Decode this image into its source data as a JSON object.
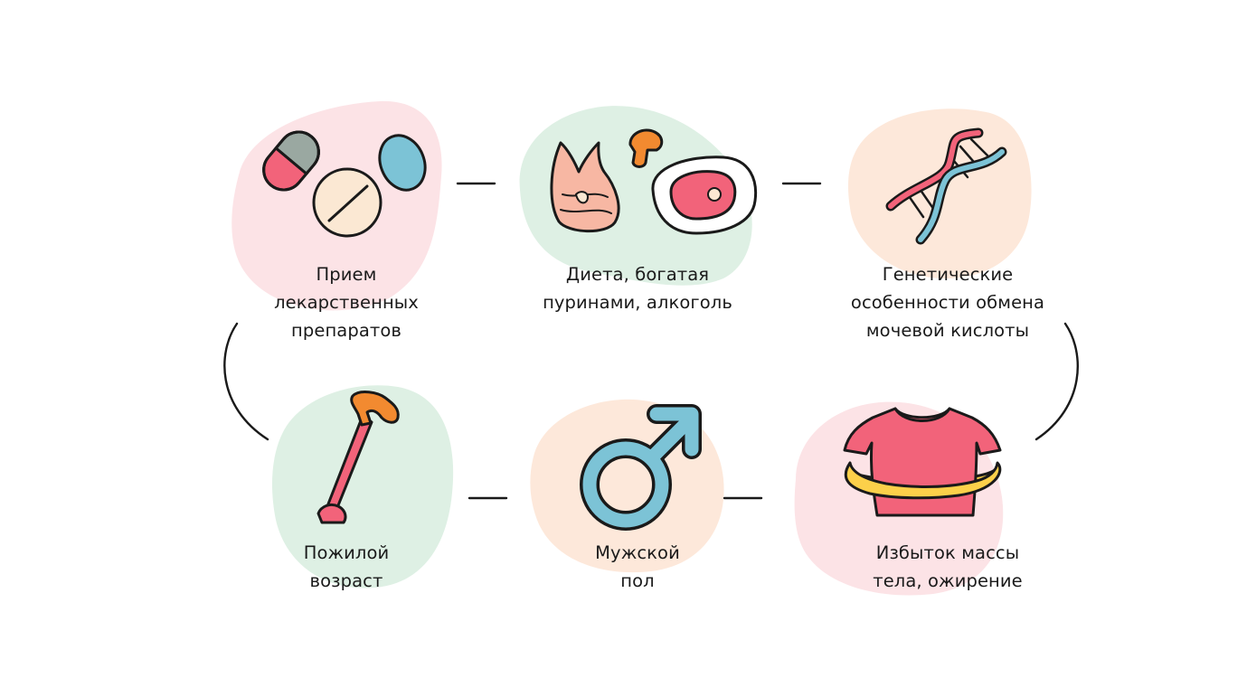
{
  "factors": [
    {
      "id": "medication",
      "lines": [
        "Прием",
        "лекарственных",
        "препаратов"
      ],
      "icon": "pills-icon",
      "blob_color": "#fce3e6"
    },
    {
      "id": "diet",
      "lines": [
        "Диета, богатая",
        "пуринами, алкоголь"
      ],
      "icon": "food-icon",
      "blob_color": "#def0e4"
    },
    {
      "id": "genetics",
      "lines": [
        "Генетические",
        "особенности обмена",
        "мочевой кислоты"
      ],
      "icon": "dna-icon",
      "blob_color": "#fde8da"
    },
    {
      "id": "elderly",
      "lines": [
        "Пожилой",
        "возраст"
      ],
      "icon": "cane-icon",
      "blob_color": "#def0e4"
    },
    {
      "id": "male",
      "lines": [
        "Мужской",
        "пол"
      ],
      "icon": "male-symbol-icon",
      "blob_color": "#fde8da"
    },
    {
      "id": "obesity",
      "lines": [
        "Избыток массы",
        "тела, ожирение"
      ],
      "icon": "tshirt-waist-icon",
      "blob_color": "#fce3e6"
    }
  ],
  "colors": {
    "outline": "#1a1a1a",
    "pink": "#f2637a",
    "blue": "#7cc3d6",
    "gray": "#9aa8a1",
    "cream": "#fbe8d3",
    "salmon": "#f7b7a3",
    "orange": "#f28a30",
    "yellow": "#fcd04a"
  }
}
